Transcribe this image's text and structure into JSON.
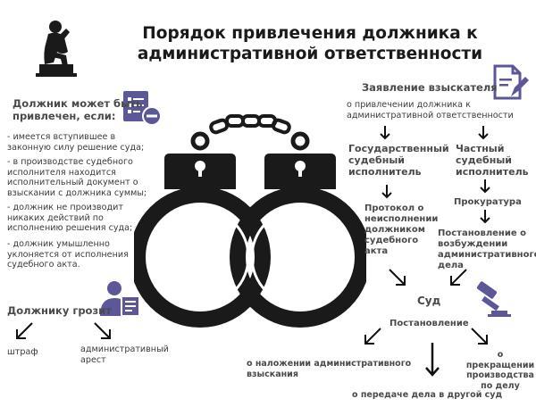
{
  "title": {
    "line1": "Порядок привлечения должника к",
    "line2": "административной ответственности"
  },
  "left": {
    "header_line1": "Должник может быть",
    "header_line2": "привлечен, если:",
    "conditions": [
      [
        "- имеется вступившее в",
        "законную силу решение суда;"
      ],
      [
        "- в производстве судебного",
        "исполнителя находится",
        "исполнительный документ о",
        "взыскании с должника суммы;"
      ],
      [
        "- должник не производит",
        "никаких действий по",
        "исполнению решения суда;"
      ],
      [
        "- должник умышленно",
        "уклоняется от исполнения",
        "судебного акта."
      ]
    ],
    "threat_header": "Должнику грозит",
    "threat_fine": "штраф",
    "threat_arrest_line1": "административный",
    "threat_arrest_line2": "арест"
  },
  "right": {
    "statement_header": "Заявление взыскателя",
    "statement_sub_line1": "о привлечении должника к",
    "statement_sub_line2": "административной ответственности",
    "state_bailiff": [
      "Государственный",
      "судебный",
      "исполнитель"
    ],
    "private_bailiff": [
      "Частный",
      "судебный",
      "исполнитель"
    ],
    "protocol": [
      "Протокол о",
      "неисполнении",
      "должником",
      "судебного",
      "акта"
    ],
    "prosecutor": "Прокуратура",
    "resolution": [
      "Постановление о",
      "возбуждении",
      "административного",
      "дела"
    ],
    "court": "Суд",
    "decision": "Постановление",
    "outcome_penalty_line1": "о наложении административного",
    "outcome_penalty_line2": "взыскания",
    "outcome_termination": [
      "о прекращении",
      "производства",
      "по делу"
    ],
    "outcome_transfer": "о передаче дела в другой суд"
  },
  "icons": [
    "thinker-statue-icon",
    "document-minus-icon",
    "handcuffs-icon",
    "document-pen-icon",
    "person-document-icon",
    "gavel-icon"
  ],
  "colors": {
    "accent": "#5b5799",
    "text": "#3b3b3b",
    "icon": "#1a1a1a"
  }
}
